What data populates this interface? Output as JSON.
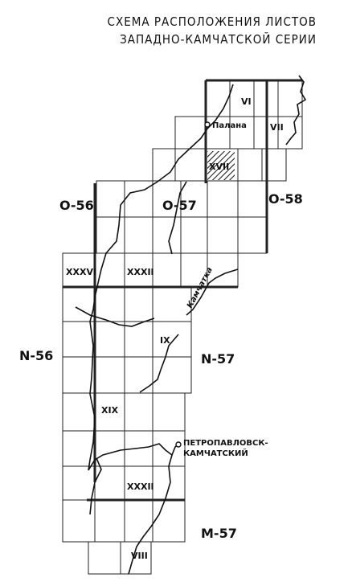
{
  "title": {
    "line1": "СХЕМА РАСПОЛОЖЕНИЯ ЛИСТОВ",
    "line2": "ЗАПАДНО-КАМЧАТСКОЙ СЕРИИ"
  },
  "map": {
    "large_sheets": [
      "O-56",
      "O-57",
      "O-58",
      "N-56",
      "N-57",
      "M-57"
    ],
    "sheet_numbers": [
      "VI",
      "VII",
      "XVII",
      "XXXVI",
      "XXXII",
      "IX",
      "XIX",
      "XXXII",
      "VIII"
    ],
    "places": {
      "palana": "Палана",
      "petropavlovsk_line1": "ПЕТРОПАВЛОВСК-",
      "petropavlovsk_line2": "КАМЧАТСКИЙ",
      "kamchatka_river": "Камчатка"
    }
  }
}
